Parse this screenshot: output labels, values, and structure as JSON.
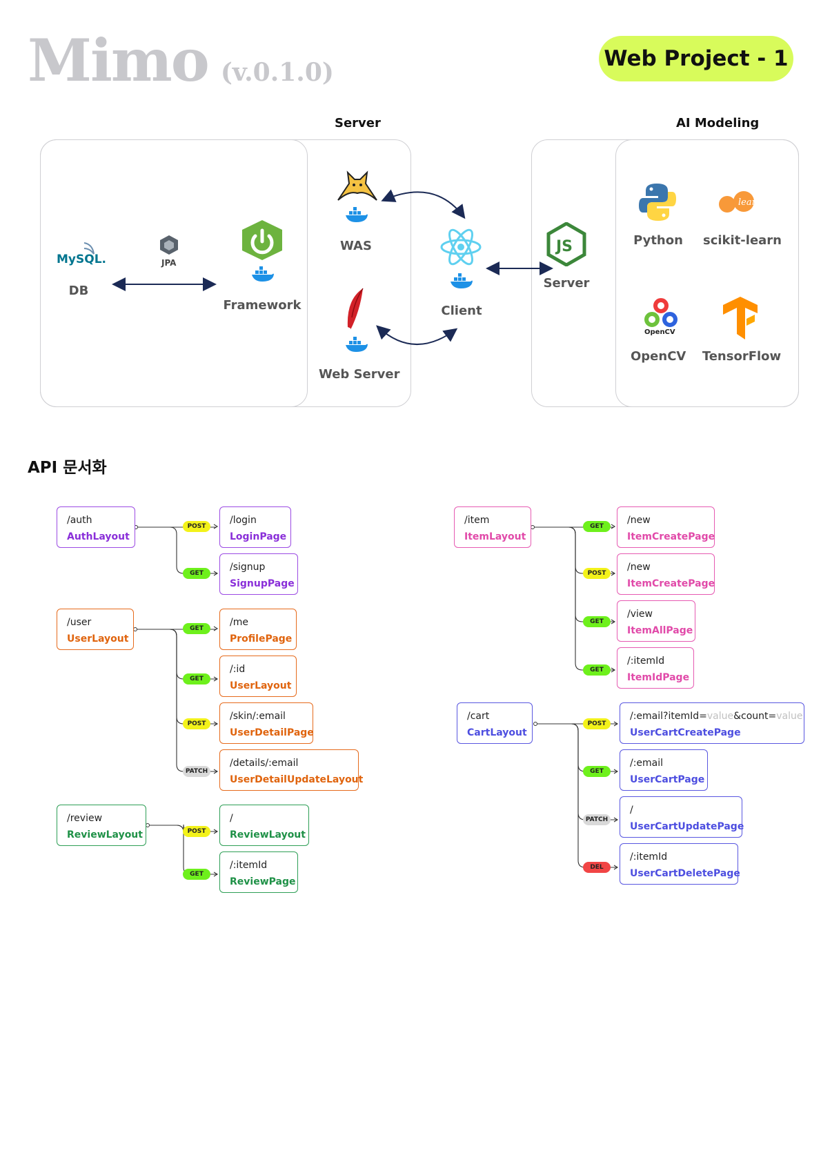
{
  "header": {
    "brand": "Mimo",
    "version": "(v.0.1.0)",
    "badge": "Web Project - 1"
  },
  "architecture": {
    "server_title": "Server",
    "ai_title": "AI Modeling",
    "db_logo": "MySQL.",
    "db_label": "DB",
    "jpa_label": "JPA",
    "framework_label": "Framework",
    "was_label": "WAS",
    "webserver_label": "Web Server",
    "client_label": "Client",
    "node_server_label": "Server",
    "python_label": "Python",
    "sklearn_label": "scikit-learn",
    "sklearn_logo": "learn",
    "opencv_label": "OpenCV",
    "opencv_logo": "OpenCV",
    "tensorflow_label": "TensorFlow",
    "icons": [
      "mysql-icon",
      "jpa-icon",
      "spring-icon",
      "tomcat-icon",
      "apache-feather-icon",
      "react-icon",
      "nodejs-icon",
      "python-icon",
      "sklearn-icon",
      "opencv-icon",
      "tensorflow-icon",
      "docker-icon"
    ]
  },
  "api": {
    "title": "API 문서화",
    "methods": {
      "get": "GET",
      "post": "POST",
      "patch": "PATCH",
      "del": "DEL"
    },
    "method_colors": {
      "GET": "#6ef01c",
      "POST": "#f3f21a",
      "PATCH": "#d9d9d9",
      "DEL": "#f14545"
    },
    "groups": {
      "auth": {
        "path": "/auth",
        "component": "AuthLayout",
        "color": "#8a2fd9",
        "children": [
          {
            "method": "POST",
            "path": "/login",
            "component": "LoginPage"
          },
          {
            "method": "GET",
            "path": "/signup",
            "component": "SignupPage"
          }
        ]
      },
      "user": {
        "path": "/user",
        "component": "UserLayout",
        "color": "#e0640e",
        "children": [
          {
            "method": "GET",
            "path": "/me",
            "component": "ProfilePage"
          },
          {
            "method": "GET",
            "path": "/:id",
            "component": "UserLayout"
          },
          {
            "method": "POST",
            "path": "/skin/:email",
            "component": "UserDetailPage"
          },
          {
            "method": "PATCH",
            "path": "/details/:email",
            "component": "UserDetailUpdateLayout"
          }
        ]
      },
      "review": {
        "path": "/review",
        "component": "ReviewLayout",
        "color": "#1f9147",
        "children": [
          {
            "method": "POST",
            "path": "/",
            "component": "ReviewLayout"
          },
          {
            "method": "GET",
            "path": "/:itemId",
            "component": "ReviewPage"
          }
        ]
      },
      "item": {
        "path": "/item",
        "component": "ItemLayout",
        "color": "#e14aa9",
        "children": [
          {
            "method": "GET",
            "path": "/new",
            "component": "ItemCreatePage"
          },
          {
            "method": "POST",
            "path": "/new",
            "component": "ItemCreatePage"
          },
          {
            "method": "GET",
            "path": "/view",
            "component": "ItemAllPage"
          },
          {
            "method": "GET",
            "path": "/:itemId",
            "component": "ItemIdPage"
          }
        ]
      },
      "cart": {
        "path": "/cart",
        "component": "CartLayout",
        "color": "#4d4ee0",
        "children": [
          {
            "method": "POST",
            "path_parts": [
              "/:email?itemId=",
              "value",
              "&count=",
              "value"
            ],
            "component": "UserCartCreatePage"
          },
          {
            "method": "GET",
            "path": "/:email",
            "component": "UserCartPage"
          },
          {
            "method": "PATCH",
            "path": "/",
            "component": "UserCartUpdatePage"
          },
          {
            "method": "DEL",
            "path": "/:itemId",
            "component": "UserCartDeletePage"
          }
        ]
      }
    }
  }
}
